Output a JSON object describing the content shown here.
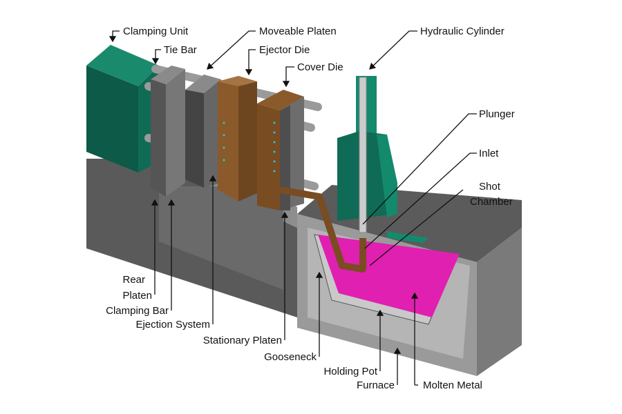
{
  "labels": {
    "clamping_unit": "Clamping Unit",
    "tie_bar": "Tie Bar",
    "moveable_platen": "Moveable Platen",
    "ejector_die": "Ejector Die",
    "cover_die": "Cover Die",
    "hydraulic_cylinder": "Hydraulic Cylinder",
    "plunger": "Plunger",
    "inlet": "Inlet",
    "shot_chamber_1": "Shot",
    "shot_chamber_2": "Chamber",
    "rear_platen_1": "Rear",
    "rear_platen_2": "Platen",
    "clamping_bar": "Clamping Bar",
    "ejection_system": "Ejection System",
    "stationary_platen": "Stationary Platen",
    "gooseneck": "Gooseneck",
    "holding_pot": "Holding Pot",
    "furnace": "Furnace",
    "molten_metal": "Molten Metal"
  },
  "colors": {
    "clamping_unit": "#0f6b55",
    "platen": "#6f6f6f",
    "die": "#8a5a2b",
    "molten_metal": "#e020b0",
    "base": "#5e5e5e",
    "hydraulic": "#138a6c"
  }
}
